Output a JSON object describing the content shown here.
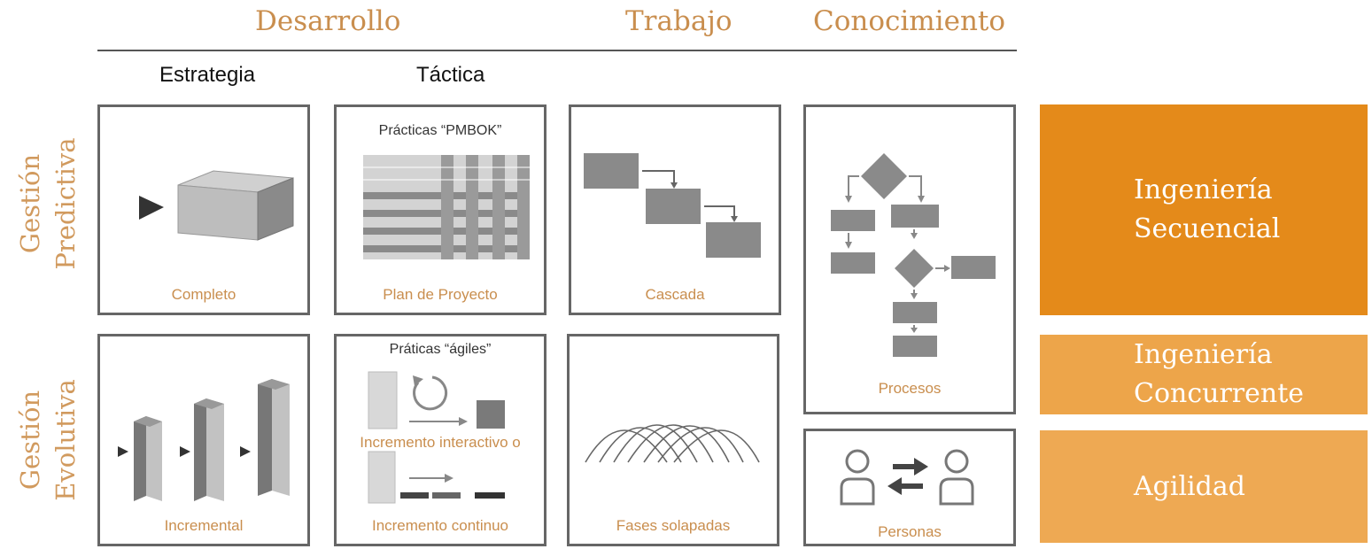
{
  "headers": {
    "desarrollo": "Desarrollo",
    "trabajo": "Trabajo",
    "conocimiento": "Conocimiento"
  },
  "subheaders": {
    "estrategia": "Estrategia",
    "tactica": "Táctica"
  },
  "rows": {
    "predictiva": {
      "line1": "Gestión",
      "line2": "Predictiva"
    },
    "evolutiva": {
      "line1": "Gestión",
      "line2": "Evolutiva"
    }
  },
  "cells": {
    "completo": "Completo",
    "plan_title": "Prácticas “PMBOK”",
    "plan": "Plan de Proyecto",
    "cascada": "Cascada",
    "procesos": "Procesos",
    "incremental": "Incremental",
    "agiles_title": "Práticas “ágiles”",
    "incremento_interactivo": "Incremento interactivo o",
    "incremento_continuo": "Incremento continuo",
    "fases": "Fases solapadas",
    "personas": "Personas"
  },
  "bands": [
    {
      "line1": "Ingeniería",
      "line2": "Secuencial",
      "color": "#e48a1a"
    },
    {
      "line1": "Ingeniería",
      "line2": "Concurrente",
      "color": "#eda54a"
    },
    {
      "line1": "Agilidad",
      "line2": "",
      "color": "#eea953"
    }
  ],
  "colors": {
    "accent_text": "#c98e4e",
    "box_border": "#666666",
    "shape_gray": "#8a8a8a"
  }
}
